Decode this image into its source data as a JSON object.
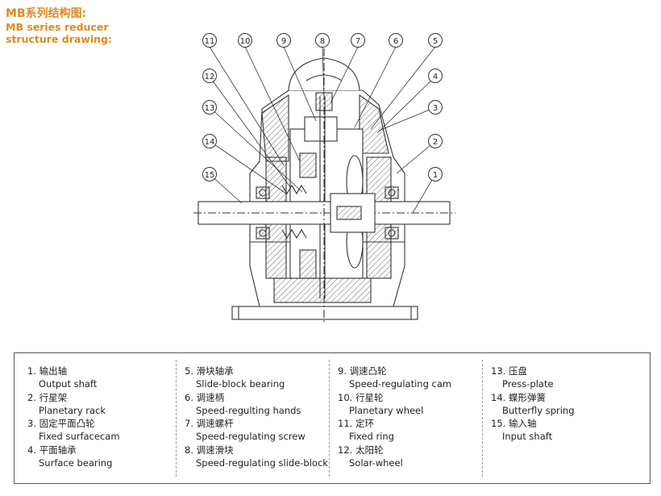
{
  "header": {
    "title_cn": "MB系列结构图:",
    "title_en_line1": "MB series reducer",
    "title_en_line2": "structure drawing:"
  },
  "callouts": [
    "11",
    "10",
    "9",
    "8",
    "7",
    "6",
    "5",
    "4",
    "3",
    "2",
    "1",
    "12",
    "13",
    "14",
    "15"
  ],
  "legend": {
    "columns": [
      [
        {
          "cn": "1. 输出轴",
          "en": "Output shaft"
        },
        {
          "cn": "2. 行星架",
          "en": "Planetary rack"
        },
        {
          "cn": "3. 固定平面凸轮",
          "en": "Fixed surfacecam"
        },
        {
          "cn": "4. 平面轴承",
          "en": "Surface bearing"
        }
      ],
      [
        {
          "cn": "5. 滑块轴承",
          "en": "Slide-block bearing"
        },
        {
          "cn": "6. 调速柄",
          "en": "Speed-regulting hands"
        },
        {
          "cn": "7. 调速螺杆",
          "en": "Speed-regulating screw"
        },
        {
          "cn": "8. 调速滑块",
          "en": "Speed-regulating slide-block"
        }
      ],
      [
        {
          "cn": "9. 调速凸轮",
          "en": "Speed-regulating cam"
        },
        {
          "cn": "10. 行星轮",
          "en": "Planetary wheel"
        },
        {
          "cn": "11. 定环",
          "en": "Fixed ring"
        },
        {
          "cn": "12. 太阳轮",
          "en": "Solar-wheel"
        }
      ],
      [
        {
          "cn": "13. 压盘",
          "en": "Press-plate"
        },
        {
          "cn": "14. 蝶形弹簧",
          "en": "Butterfly spring"
        },
        {
          "cn": "15. 输入轴",
          "en": "Input shaft"
        }
      ]
    ]
  }
}
